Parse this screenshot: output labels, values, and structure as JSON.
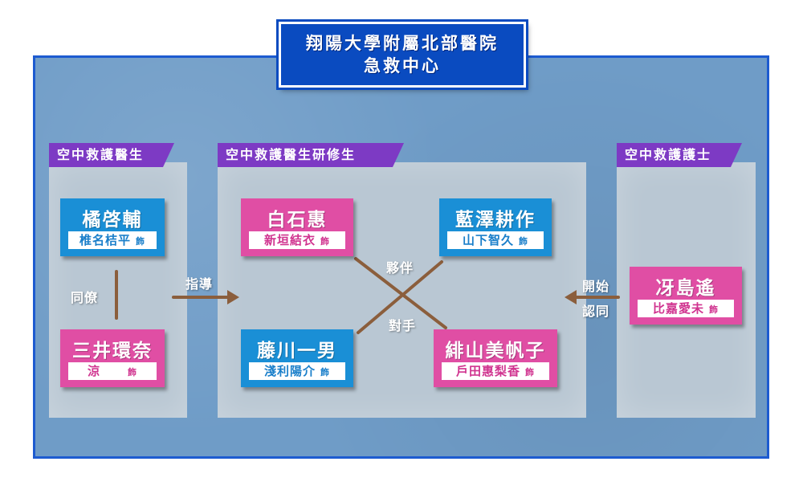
{
  "title": {
    "line1": "翔陽大學附屬北部醫院",
    "line2": "急救中心"
  },
  "groups": {
    "doctors": {
      "label": "空中救護醫生"
    },
    "residents": {
      "label": "空中救護醫生研修生"
    },
    "nurse": {
      "label": "空中救護護士"
    }
  },
  "cards": {
    "tachibana": {
      "role": "橘啓輔",
      "actor": "椎名桔平",
      "suffix": "飾"
    },
    "mitsui": {
      "role": "三井環奈",
      "actor": "涼",
      "suffix": "飾"
    },
    "shiraishi": {
      "role": "白石惠",
      "actor": "新垣結衣",
      "suffix": "飾"
    },
    "aizawa": {
      "role": "藍澤耕作",
      "actor": "山下智久",
      "suffix": "飾"
    },
    "fujikawa": {
      "role": "藤川一男",
      "actor": "淺利陽介",
      "suffix": "飾"
    },
    "hiyama": {
      "role": "緋山美帆子",
      "actor": "戶田惠梨香",
      "suffix": "飾"
    },
    "saejima": {
      "role": "冴島遙",
      "actor": "比嘉愛未",
      "suffix": "飾"
    }
  },
  "relations": {
    "colleague": "同僚",
    "guide": "指導",
    "partner": "夥伴",
    "rival": "對手",
    "begin": "開始",
    "approve": "認同"
  },
  "colors": {
    "board": "#6f9cc7",
    "title": "#0a4bc0",
    "tab": "#7d3ac4",
    "pink": "#e04ea4",
    "blue": "#1a8fd6",
    "arrow": "#8b5e3c"
  }
}
